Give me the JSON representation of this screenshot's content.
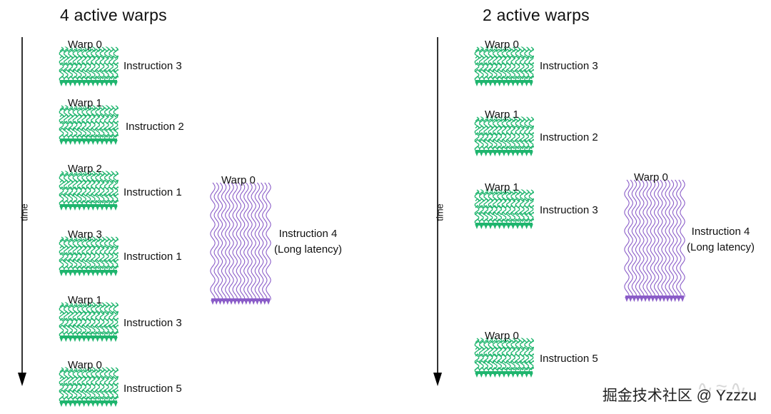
{
  "colors": {
    "green": "#1fb56e",
    "purple": "#8a5cc8",
    "axis": "#000000"
  },
  "left": {
    "title": "4 active warps",
    "time_label": "time",
    "warps": [
      {
        "warp": "Warp 0",
        "instruction": "Instruction 3"
      },
      {
        "warp": "Warp 1",
        "instruction": "Instruction 2"
      },
      {
        "warp": "Warp 2",
        "instruction": "Instruction 1"
      },
      {
        "warp": "Warp 3",
        "instruction": "Instruction 1"
      },
      {
        "warp": "Warp 1",
        "instruction": "Instruction 3"
      },
      {
        "warp": "Warp 0",
        "instruction": "Instruction 5"
      }
    ],
    "long": {
      "warp": "Warp 0",
      "instruction": "Instruction 4",
      "note": "(Long latency)"
    }
  },
  "right": {
    "title": "2 active warps",
    "time_label": "time",
    "warps": [
      {
        "warp": "Warp 0",
        "instruction": "Instruction 3"
      },
      {
        "warp": "Warp 1",
        "instruction": "Instruction 2"
      },
      {
        "warp": "Warp 1",
        "instruction": "Instruction 3"
      },
      {
        "warp": "Warp 0",
        "instruction": "Instruction 5"
      }
    ],
    "long": {
      "warp": "Warp 0",
      "instruction": "Instruction 4",
      "note": "(Long latency)"
    }
  },
  "watermark": "掘金技术社区 @ Yzzzu"
}
